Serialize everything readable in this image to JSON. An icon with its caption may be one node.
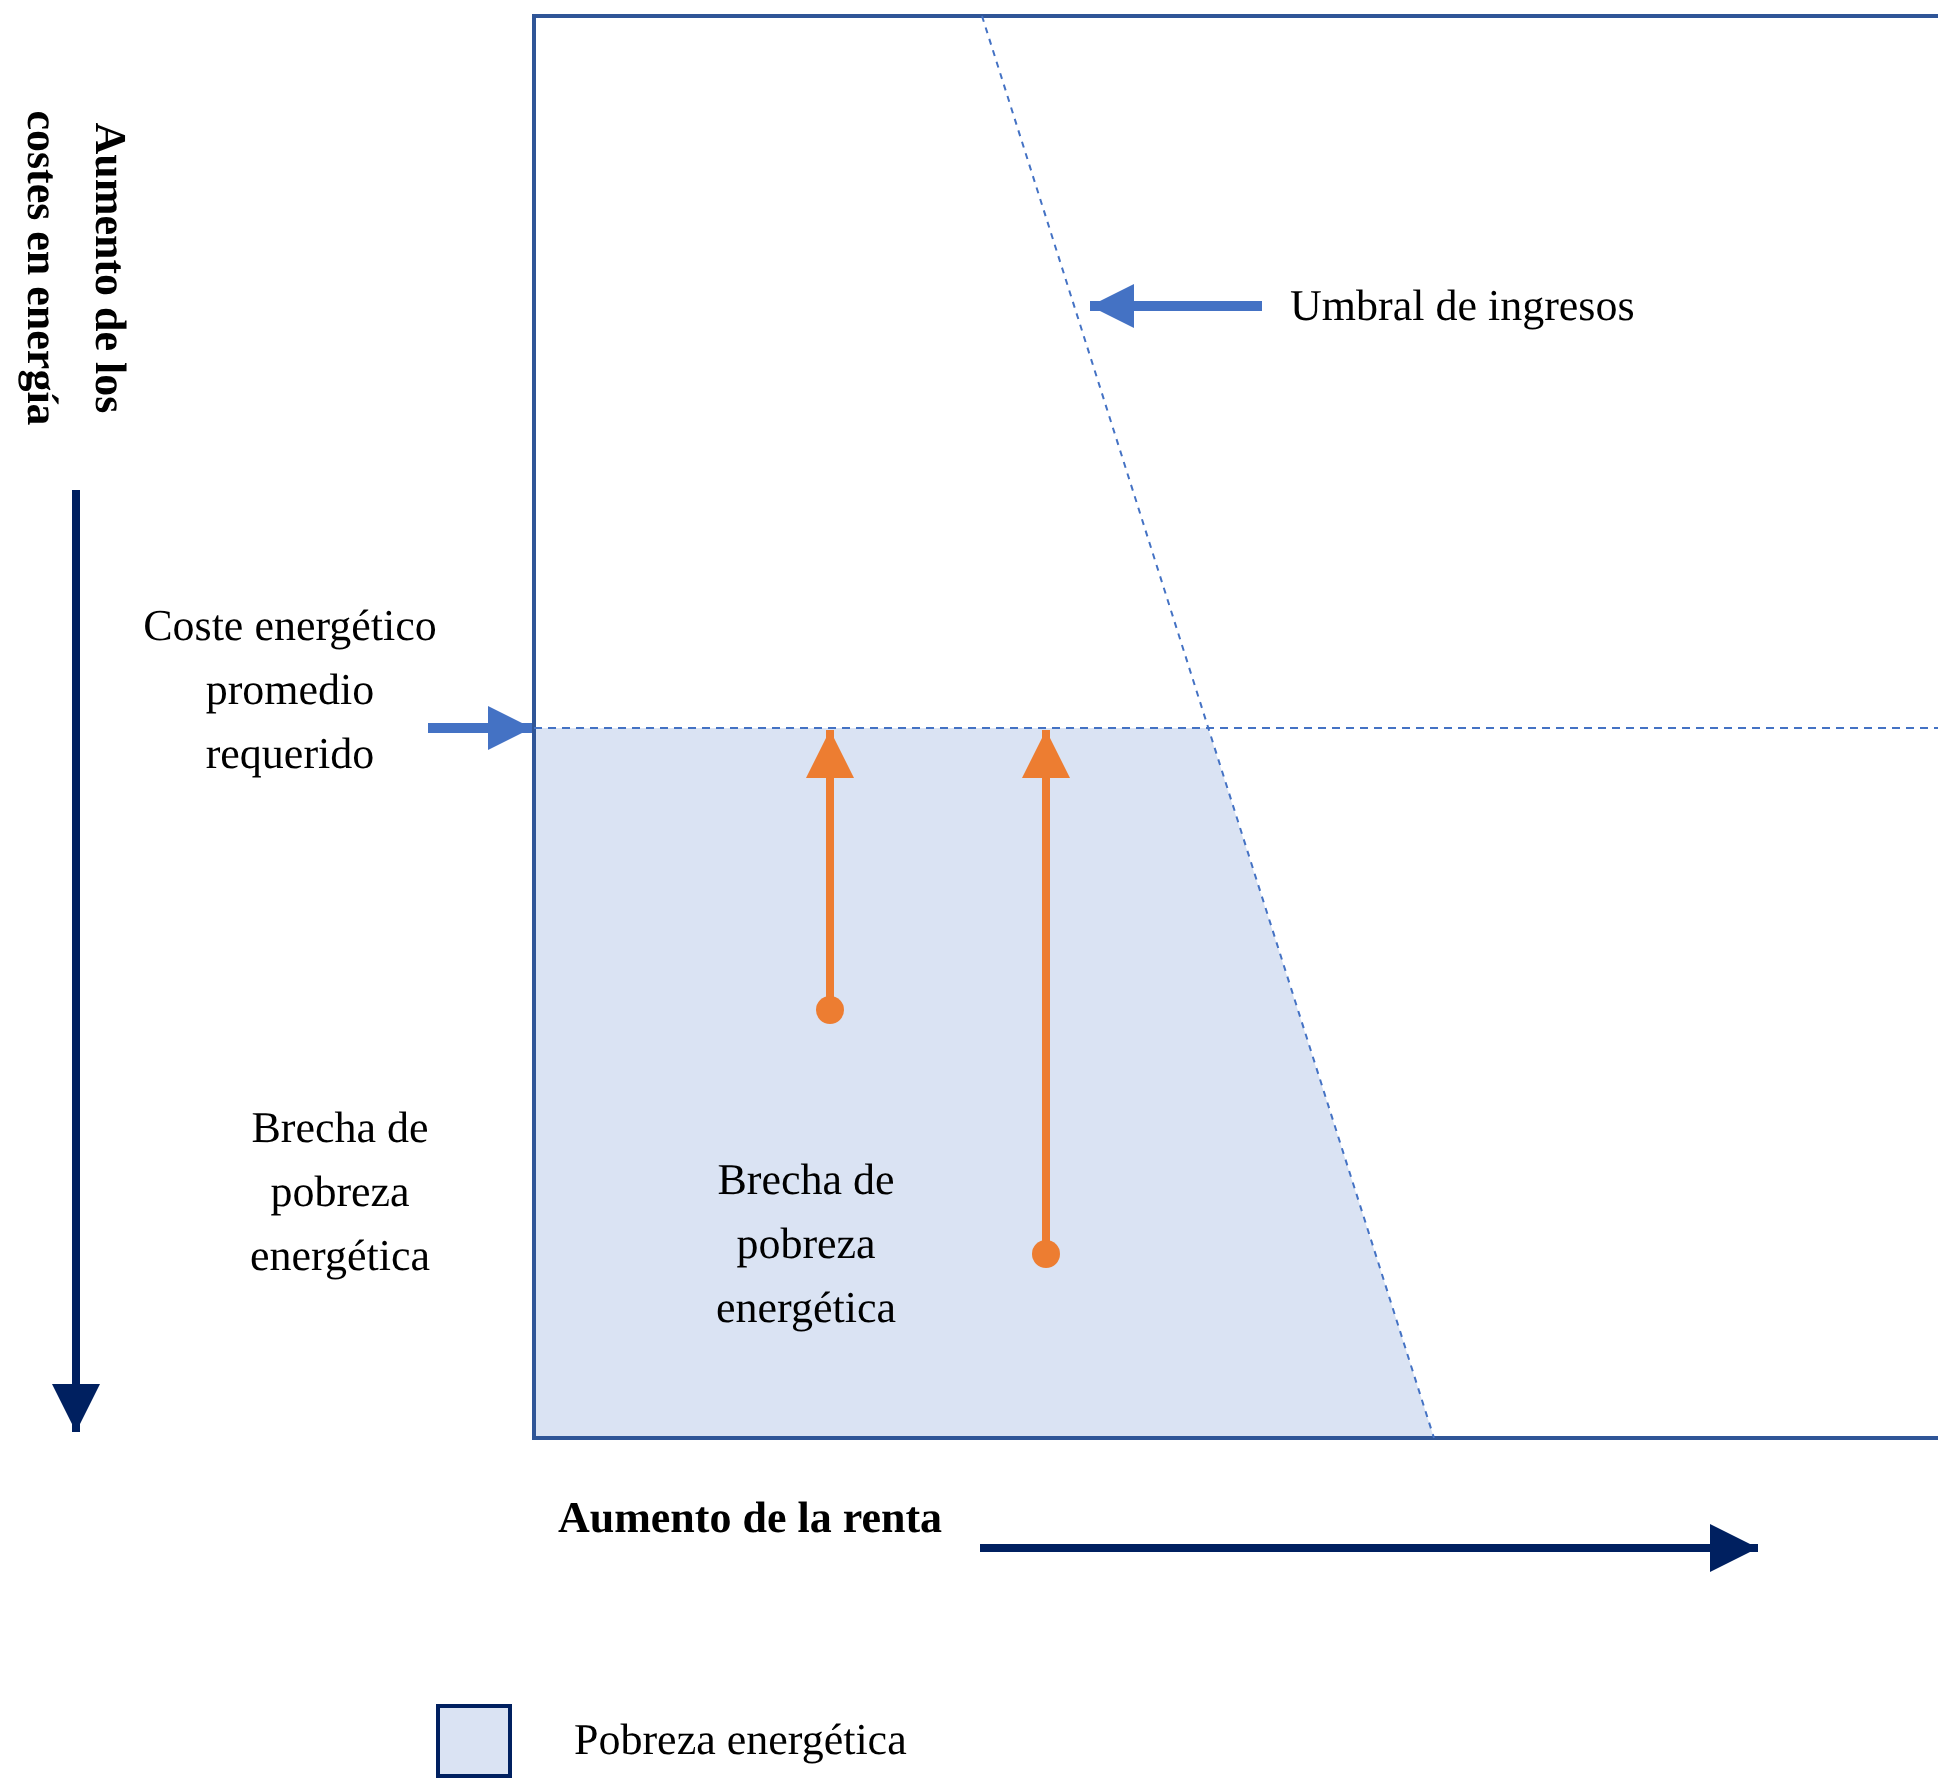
{
  "diagram": {
    "nodes": [
      {
        "text": [
          "Umbral de ingresos"
        ]
      },
      {
        "text": [
          "Coste energético promedio requerido"
        ]
      }
    ],
    "edges": [
      {
        "from": 0,
        "to": null,
        "arrow": "to"
      },
      {
        "from": 1,
        "to": null,
        "arrow": "to"
      }
    ],
    "labels": [
      "Aumento de los costes en energía",
      "Brecha de pobreza energética",
      "Brecha de pobreza energética",
      "Aumento de la renta"
    ],
    "legend": [
      {
        "text": "Pobreza energética",
        "color": "#dae3f3"
      }
    ]
  }
}
